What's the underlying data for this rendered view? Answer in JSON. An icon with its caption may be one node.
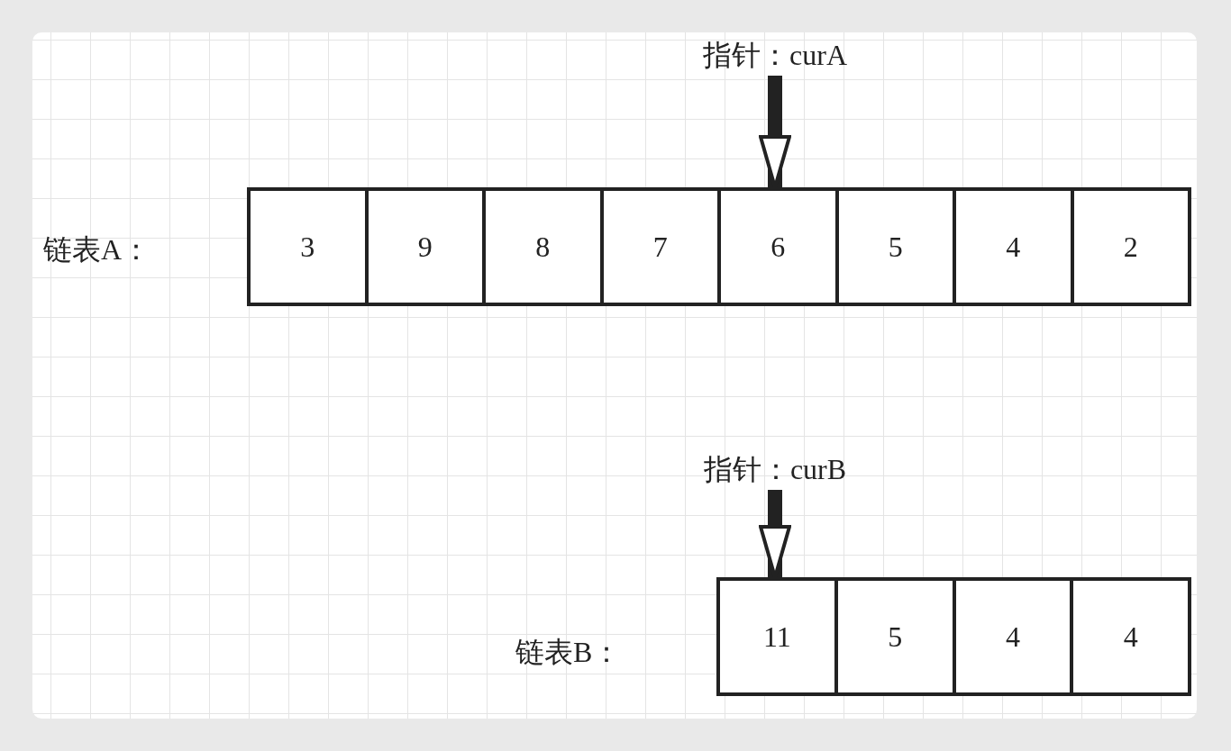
{
  "diagram": {
    "nodes": [
      {
        "text": [
          "指针：curA"
        ]
      },
      {
        "text": [
          "3"
        ]
      },
      {
        "text": [
          "9"
        ]
      },
      {
        "text": [
          "8"
        ]
      },
      {
        "text": [
          "7"
        ]
      },
      {
        "text": [
          "6"
        ]
      },
      {
        "text": [
          "5"
        ]
      },
      {
        "text": [
          "4"
        ]
      },
      {
        "text": [
          "2"
        ]
      },
      {
        "text": [
          "指针：curB"
        ]
      },
      {
        "text": [
          "11"
        ]
      },
      {
        "text": [
          "5"
        ]
      },
      {
        "text": [
          "4"
        ]
      },
      {
        "text": [
          "4"
        ]
      }
    ],
    "edges": [
      {
        "from": 0,
        "to": 5,
        "arrow": "to"
      },
      {
        "from": 9,
        "to": 10,
        "arrow": "to"
      }
    ],
    "labels": [
      "链表A：",
      "链表B："
    ]
  }
}
